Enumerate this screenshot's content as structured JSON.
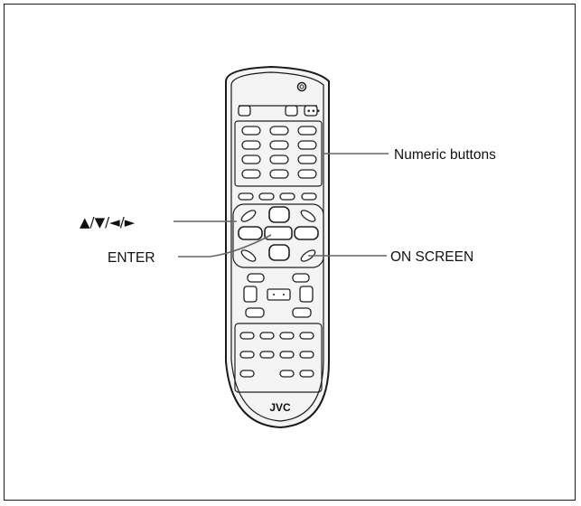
{
  "labels": {
    "numeric_buttons": "Numeric buttons",
    "cursor_arrows": "▲/▼/◄/►",
    "enter": "ENTER",
    "on_screen": "ON SCREEN"
  },
  "brand": "JVC",
  "colors": {
    "outline": "#1a1a1a",
    "leader": "#666666",
    "remote_body": "#f4f4f4"
  }
}
